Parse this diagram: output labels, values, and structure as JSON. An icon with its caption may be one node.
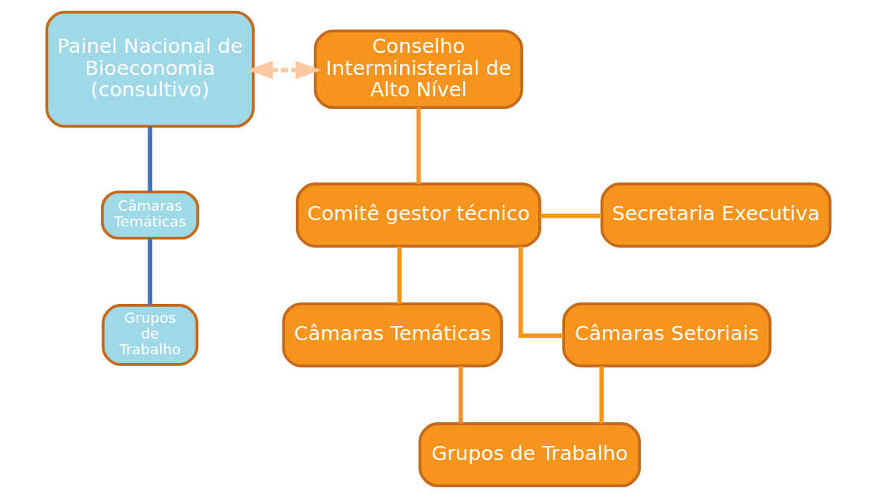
{
  "diagram": {
    "nodes": [
      {
        "text": [
          "Painel Nacional de Bioeconomia (consultivo)"
        ]
      },
      {
        "text": [
          "Câmaras Temáticas"
        ]
      },
      {
        "text": [
          "Grupos de Trabalho"
        ]
      },
      {
        "text": [
          "Conselho Interministerial de Alto Nível"
        ]
      },
      {
        "text": [
          "Comitê gestor técnico"
        ]
      },
      {
        "text": [
          "Secretaria Executiva"
        ]
      },
      {
        "text": [
          "Câmaras Temáticas"
        ]
      },
      {
        "text": [
          "Câmaras Setoriais"
        ]
      },
      {
        "text": [
          "Grupos de Trabalho"
        ]
      }
    ],
    "edges": [
      {
        "from": 0,
        "to": 3,
        "arrow": "both",
        "style": "dashed",
        "color": "#fbc8a0"
      },
      {
        "from": 0,
        "to": 1,
        "arrow": "none",
        "color": "#3f6fb5"
      },
      {
        "from": 1,
        "to": 2,
        "arrow": "none",
        "color": "#3f6fb5"
      },
      {
        "from": 3,
        "to": 4,
        "arrow": "none"
      },
      {
        "from": 4,
        "to": 5,
        "arrow": "none"
      },
      {
        "from": 4,
        "to": 6,
        "arrow": "none"
      },
      {
        "from": 4,
        "to": 7,
        "arrow": "none"
      },
      {
        "from": 6,
        "to": 8,
        "arrow": "none"
      },
      {
        "from": 7,
        "to": 8,
        "arrow": "none"
      }
    ]
  }
}
